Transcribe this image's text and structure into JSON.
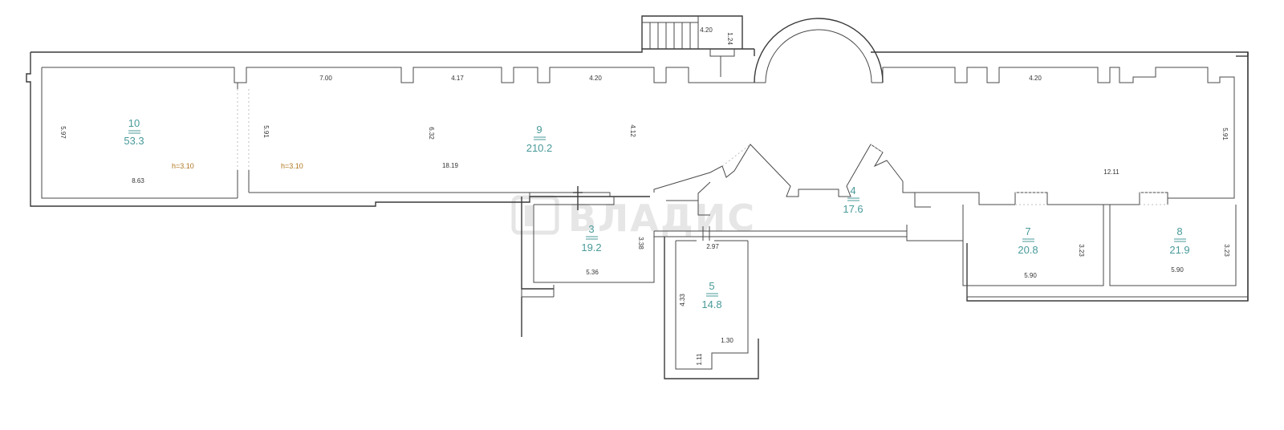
{
  "watermark": "ВЛАДИС",
  "rooms": [
    {
      "id": "10",
      "area": "53.3"
    },
    {
      "id": "9",
      "area": "210.2"
    },
    {
      "id": "3",
      "area": "19.2"
    },
    {
      "id": "4",
      "area": "17.6"
    },
    {
      "id": "5",
      "area": "14.8"
    },
    {
      "id": "7",
      "area": "20.8"
    },
    {
      "id": "8",
      "area": "21.9"
    }
  ],
  "heights": [
    "h=3.10",
    "h=3.10"
  ],
  "dimensions": [
    "5.97",
    "8.63",
    "5.91",
    "7.00",
    "6.32",
    "4.17",
    "18.19",
    "4.20",
    "4.12",
    "4.20",
    "1.24",
    "4.20",
    "5.91",
    "12.11",
    "3.38",
    "5.36",
    "2.97",
    "4.33",
    "1.30",
    "1.11",
    "3.23",
    "5.90",
    "3.23",
    "5.90"
  ]
}
